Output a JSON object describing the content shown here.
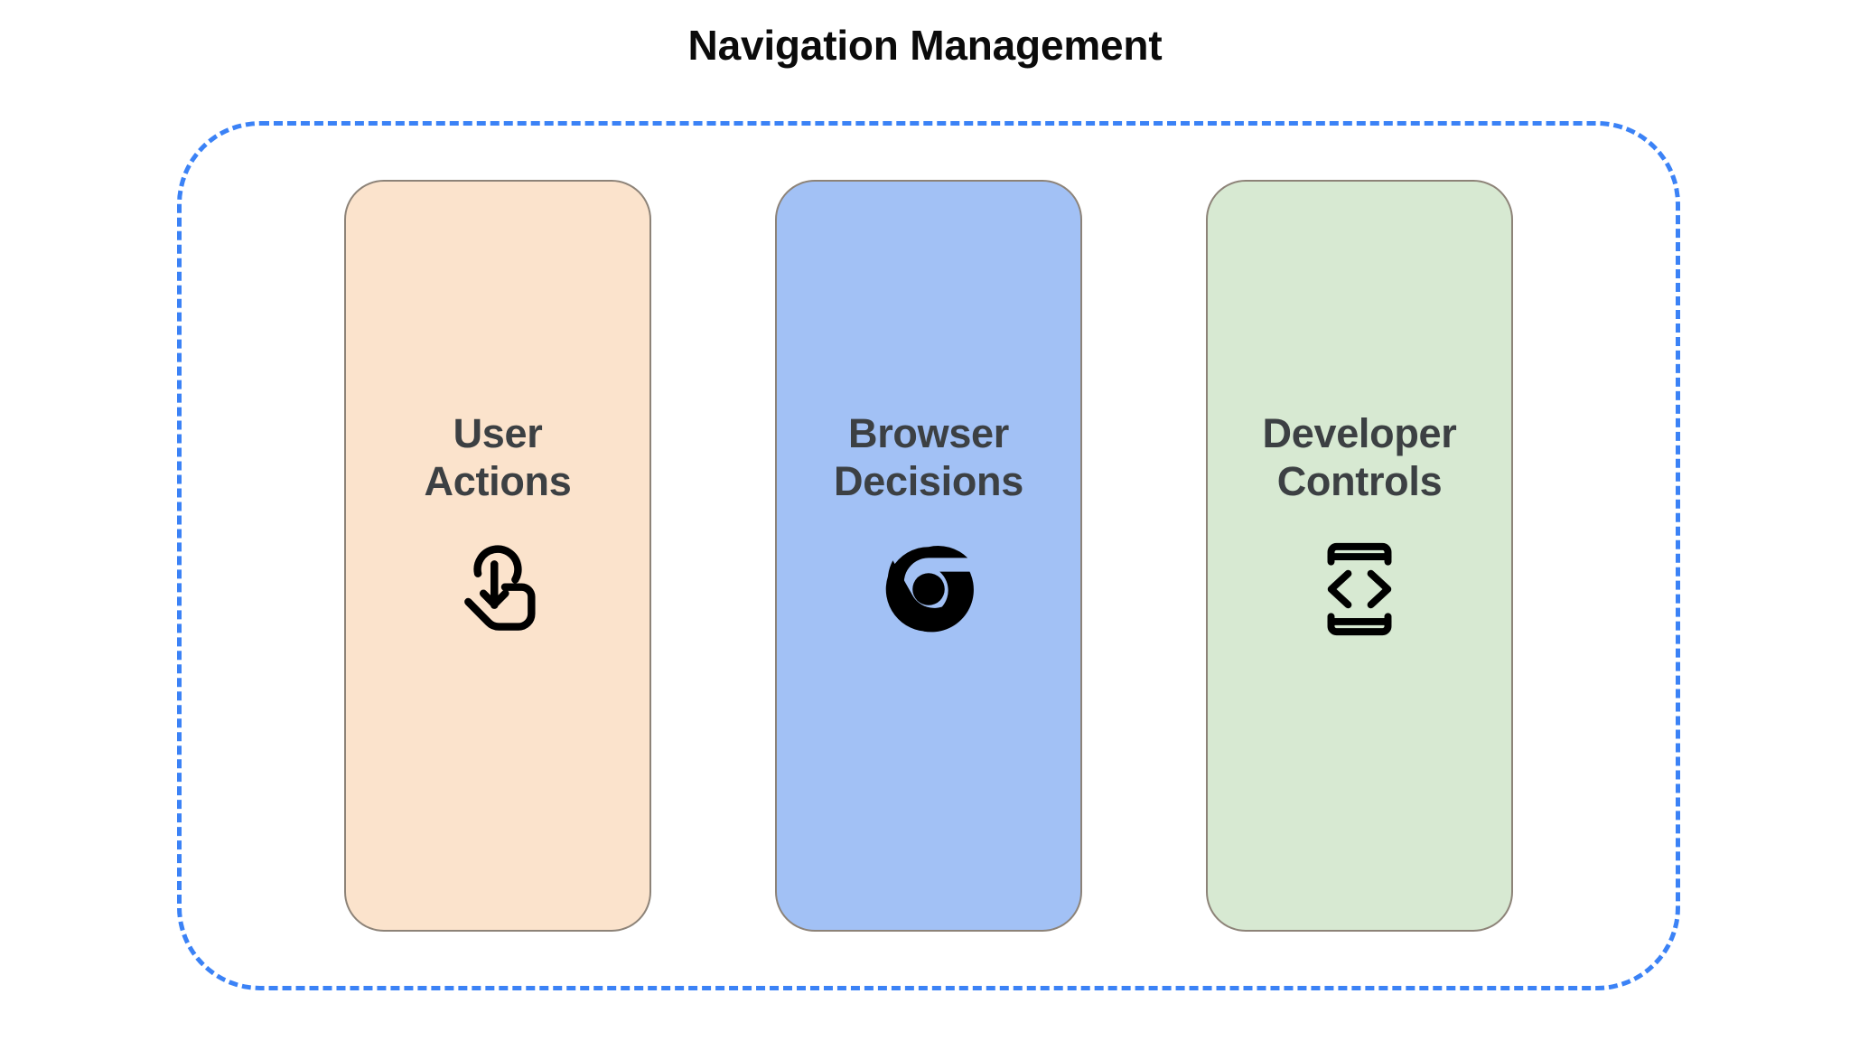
{
  "page": {
    "title": "Navigation Management",
    "background_color": "#ffffff",
    "title_color": "#0b0b0b"
  },
  "group_container": {
    "border_style": "dashed",
    "border_color": "#3b82f6",
    "corner_radius": "92px"
  },
  "cards": [
    {
      "label_line1": "User",
      "label_line2": "Actions",
      "background_color": "#fbe3cc",
      "border_color": "#8d8378",
      "text_color": "#3c4043",
      "icon": "touch-gesture-icon",
      "icon_color": "#000000"
    },
    {
      "label_line1": "Browser",
      "label_line2": "Decisions",
      "background_color": "#a2c1f5",
      "border_color": "#8d8378",
      "text_color": "#3c4043",
      "icon": "chrome-logo-icon",
      "icon_color": "#000000"
    },
    {
      "label_line1": "Developer",
      "label_line2": "Controls",
      "background_color": "#d7e9d2",
      "border_color": "#8d8378",
      "text_color": "#3c4043",
      "icon": "developer-mode-code-icon",
      "icon_color": "#000000"
    }
  ]
}
